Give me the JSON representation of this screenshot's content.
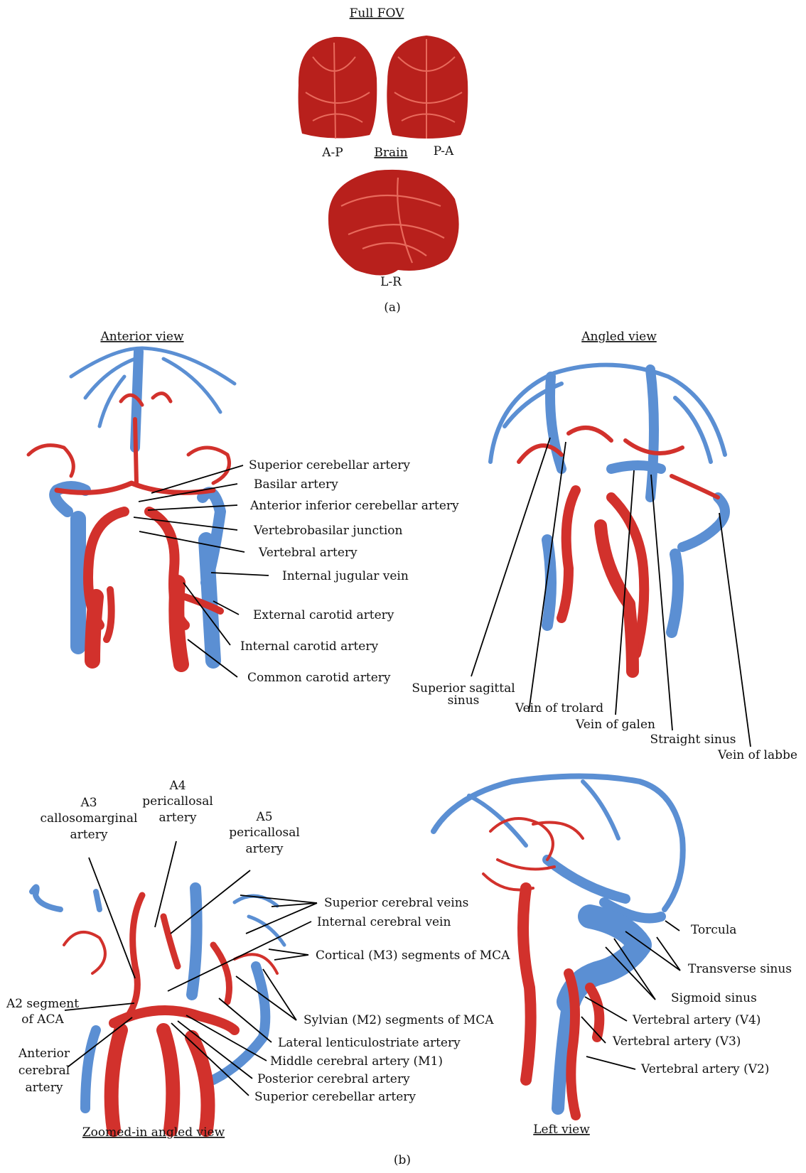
{
  "panel_a": {
    "title": "Full FOV",
    "views": {
      "ap": "A-P",
      "pa": "P-A",
      "brain_title": "Brain",
      "lr": "L-R"
    },
    "caption": "(a)"
  },
  "panel_b": {
    "caption": "(b)",
    "anterior": {
      "title": "Anterior view",
      "labels": {
        "sca": "Superior cerebellar artery",
        "basilar": "Basilar artery",
        "aica": "Anterior inferior cerebellar artery",
        "vbj": "Vertebrobasilar junction",
        "vert": "Vertebral artery",
        "ijv": "Internal jugular vein",
        "eca": "External carotid artery",
        "ica": "Internal carotid artery",
        "cca": "Common carotid artery"
      }
    },
    "angled": {
      "title": "Angled view",
      "labels": {
        "sss1": "Superior sagittal",
        "sss2": "sinus",
        "trolard": "Vein of trolard",
        "galen": "Vein of galen",
        "straight": "Straight sinus",
        "labbe": "Vein of labbe"
      }
    },
    "left": {
      "title": "Left view",
      "labels": {
        "torcula": "Torcula",
        "transverse": "Transverse sinus",
        "sigmoid": "Sigmoid sinus",
        "v4": "Vertebral artery (V4)",
        "v3": "Vertebral artery (V3)",
        "v2": "Vertebral artery (V2)"
      }
    },
    "zoomed": {
      "title": "Zoomed-in angled view",
      "labels": {
        "a3_1": "A3",
        "a3_2": "callosomarginal",
        "a3_3": "artery",
        "a4_1": "A4",
        "a4_2": "pericallosal",
        "a4_3": "artery",
        "a5_1": "A5",
        "a5_2": "pericallosal",
        "a5_3": "artery",
        "scv": "Superior cerebral veins",
        "icv": "Internal cerebral vein",
        "m3": "Cortical (M3) segments of MCA",
        "a2_1": "A2 segment",
        "a2_2": "of ACA",
        "m2": "Sylvian (M2) segments of MCA",
        "aca_1": "Anterior",
        "aca_2": "cerebral",
        "aca_3": "artery",
        "lla": "Lateral lenticulostriate artery",
        "m1": "Middle cerebral artery (M1)",
        "pca": "Posterior cerebral artery",
        "sca": "Superior cerebellar artery"
      }
    }
  },
  "colors": {
    "artery": "#d2312c",
    "vein": "#5b8fd3",
    "brain_vessels": "#b8201c"
  }
}
